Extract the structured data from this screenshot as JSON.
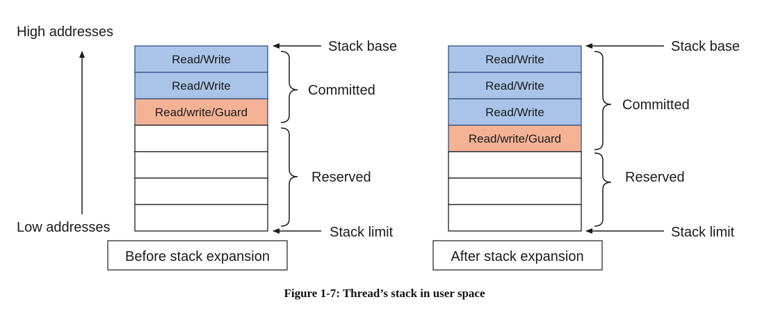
{
  "colors": {
    "rw_fill": "#a9c4e8",
    "rw_stroke": "#2f4f7f",
    "guard_fill": "#f4b295",
    "guard_stroke": "#2f4f7f",
    "empty_fill": "#ffffff",
    "line": "#1a1a1a"
  },
  "axis": {
    "high_label": "High addresses",
    "low_label": "Low addresses"
  },
  "before": {
    "cells": [
      {
        "kind": "rw",
        "label": "Read/Write"
      },
      {
        "kind": "rw",
        "label": "Read/Write"
      },
      {
        "kind": "guard",
        "label": "Read/write/Guard"
      },
      {
        "kind": "empty",
        "label": ""
      },
      {
        "kind": "empty",
        "label": ""
      },
      {
        "kind": "empty",
        "label": ""
      },
      {
        "kind": "empty",
        "label": ""
      }
    ],
    "stack_base": "Stack base",
    "stack_limit": "Stack limit",
    "committed": "Committed",
    "reserved": "Reserved",
    "caption": "Before stack expansion"
  },
  "after": {
    "cells": [
      {
        "kind": "rw",
        "label": "Read/Write"
      },
      {
        "kind": "rw",
        "label": "Read/Write"
      },
      {
        "kind": "rw",
        "label": "Read/Write"
      },
      {
        "kind": "guard",
        "label": "Read/write/Guard"
      },
      {
        "kind": "empty",
        "label": ""
      },
      {
        "kind": "empty",
        "label": ""
      },
      {
        "kind": "empty",
        "label": ""
      }
    ],
    "stack_base": "Stack base",
    "stack_limit": "Stack limit",
    "committed": "Committed",
    "reserved": "Reserved",
    "caption": "After stack expansion"
  },
  "figure_caption": "Figure 1-7: Thread’s stack in user space"
}
